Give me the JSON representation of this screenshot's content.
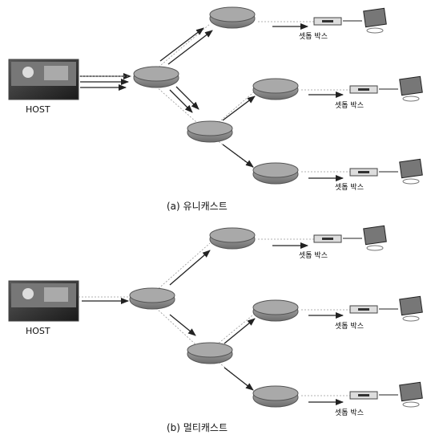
{
  "host_label": "HOST",
  "settop_label": "셋톱 박스",
  "caption_a": "(a) 유니캐스트",
  "caption_b": "(b) 멀티캐스트",
  "colors": {
    "router": "#8b8b8b",
    "line": "#222222"
  }
}
